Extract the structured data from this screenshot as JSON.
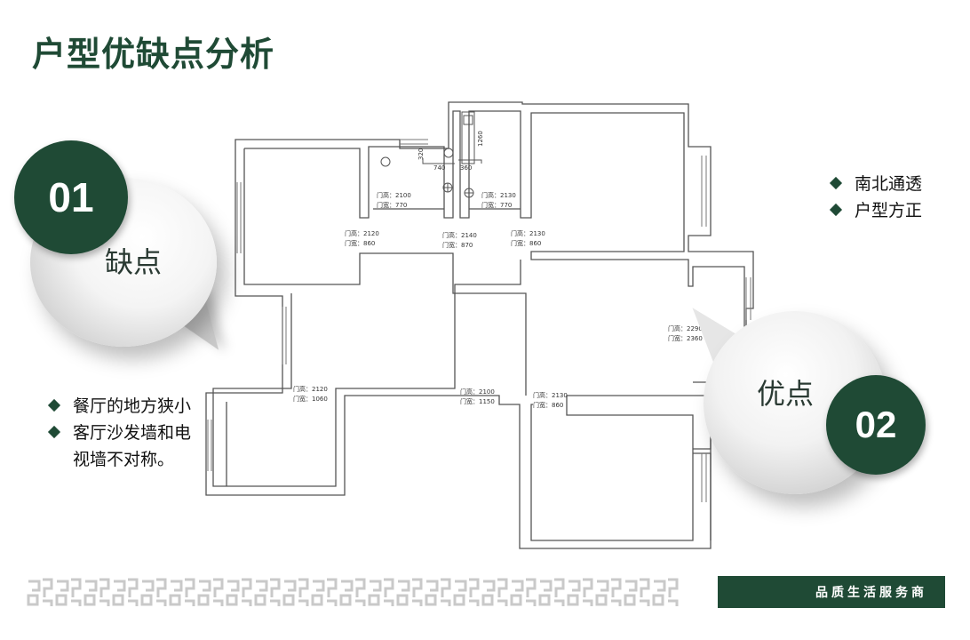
{
  "title": "户型优缺点分析",
  "cons": {
    "number": "01",
    "label": "缺点",
    "items": [
      "餐厅的地方狭小",
      "客厅沙发墙和电视墙不对称。"
    ]
  },
  "pros": {
    "number": "02",
    "label": "优点",
    "items": [
      "南北通透",
      "户型方正"
    ]
  },
  "footer": {
    "tagline": "品质生活服务商"
  },
  "floorplan": {
    "door_labels": [
      {
        "h": "门高：2100",
        "w": "门宽：770"
      },
      {
        "h": "门高：2130",
        "w": "门宽：770"
      },
      {
        "h": "门高：2120",
        "w": "门宽：860"
      },
      {
        "h": "门高：2140",
        "w": "门宽：870"
      },
      {
        "h": "门高：2130",
        "w": "门宽：860"
      },
      {
        "h": "门高：2290",
        "w": "门宽：2360"
      },
      {
        "h": "门高：2120",
        "w": "门宽：1060"
      },
      {
        "h": "门高：2100",
        "w": "门宽：1150"
      },
      {
        "h": "门高：2130",
        "w": "门宽：860"
      }
    ],
    "dimensions": [
      "1260",
      "320",
      "740",
      "360"
    ]
  },
  "colors": {
    "accent": "#1f4a35",
    "wall": "#555555"
  }
}
